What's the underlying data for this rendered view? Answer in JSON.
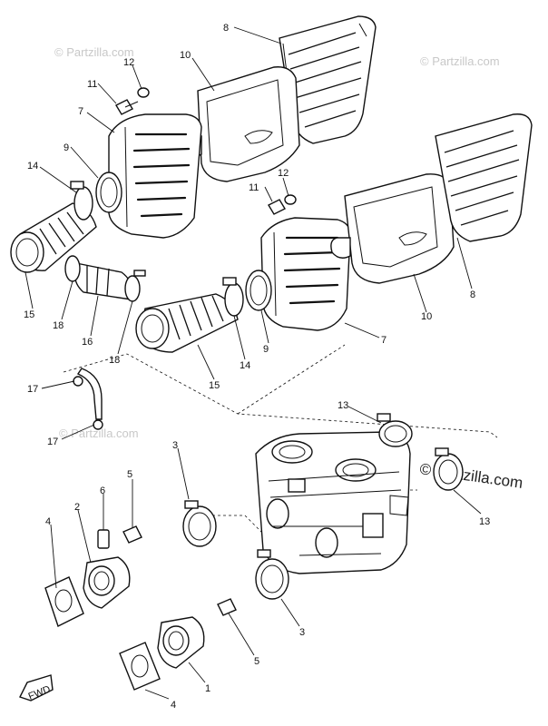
{
  "watermarks": {
    "top_left": "© Partzilla.com",
    "top_right": "© Partzilla.com",
    "mid_right": "© Partzilla.com",
    "mid_left": "© Partzilla.com"
  },
  "callouts": {
    "c1": "1",
    "c2": "2",
    "c3a": "3",
    "c3b": "3",
    "c4a": "4",
    "c4b": "4",
    "c5a": "5",
    "c5b": "5",
    "c6": "6",
    "c7a": "7",
    "c7b": "7",
    "c8a": "8",
    "c8b": "8",
    "c9a": "9",
    "c9b": "9",
    "c10a": "10",
    "c10b": "10",
    "c11a": "11",
    "c11b": "11",
    "c12a": "12",
    "c12b": "12",
    "c13a": "13",
    "c13b": "13",
    "c14a": "14",
    "c14b": "14",
    "c15a": "15",
    "c15b": "15",
    "c16": "16",
    "c17a": "17",
    "c17b": "17",
    "c18a": "18",
    "c18b": "18"
  },
  "fwd_label": "FWD"
}
